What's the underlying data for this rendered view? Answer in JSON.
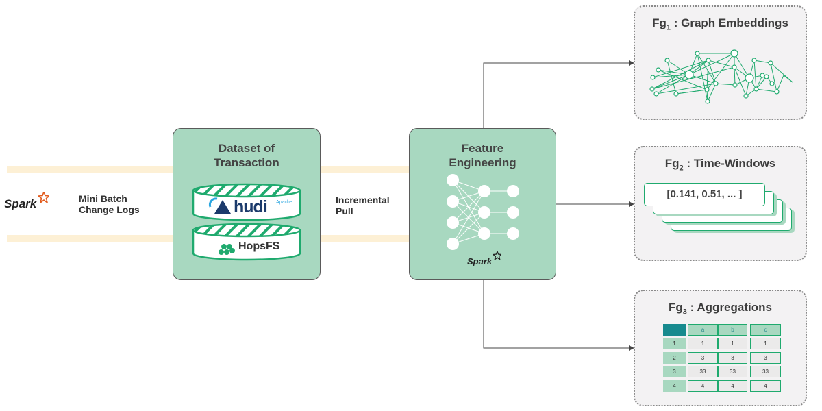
{
  "source": {
    "logo": "Apache Spark",
    "label_line1": "Mini Batch",
    "label_line2": "Change Logs"
  },
  "dataset_box": {
    "title_line1": "Dataset of",
    "title_line2": "Transaction",
    "layer_top": "hudi",
    "layer_top_small": "Apache",
    "layer_bottom": "HopsFS"
  },
  "pull": {
    "label_line1": "Incremental",
    "label_line2": "Pull"
  },
  "feature_box": {
    "title_line1": "Feature",
    "title_line2": "Engineering",
    "logo": "Apache Spark"
  },
  "feature_groups": [
    {
      "prefix": "Fg",
      "sub": "1",
      "title": " : Graph Embeddings"
    },
    {
      "prefix": "Fg",
      "sub": "2",
      "title": " : Time-Windows",
      "vector": "[0.141, 0.51, ... ]"
    },
    {
      "prefix": "Fg",
      "sub": "3",
      "title": " : Aggregations",
      "table": {
        "columns": [
          "a",
          "b",
          "c"
        ],
        "rows": [
          {
            "label": "1",
            "values": [
              "1",
              "1",
              "1"
            ]
          },
          {
            "label": "2",
            "values": [
              "3",
              "3",
              "3"
            ]
          },
          {
            "label": "3",
            "values": [
              "33",
              "33",
              "33"
            ]
          },
          {
            "label": "4",
            "values": [
              "4",
              "4",
              "4"
            ]
          }
        ]
      }
    }
  ],
  "colors": {
    "green": "#1faa6e",
    "box_fill": "#a8d8c0",
    "band": "#fdf0d5",
    "fg_fill": "#f3f2f3",
    "table_header": "#178a8e",
    "spark_star": "#e25a1c",
    "hudi": "#1b3a6b"
  }
}
